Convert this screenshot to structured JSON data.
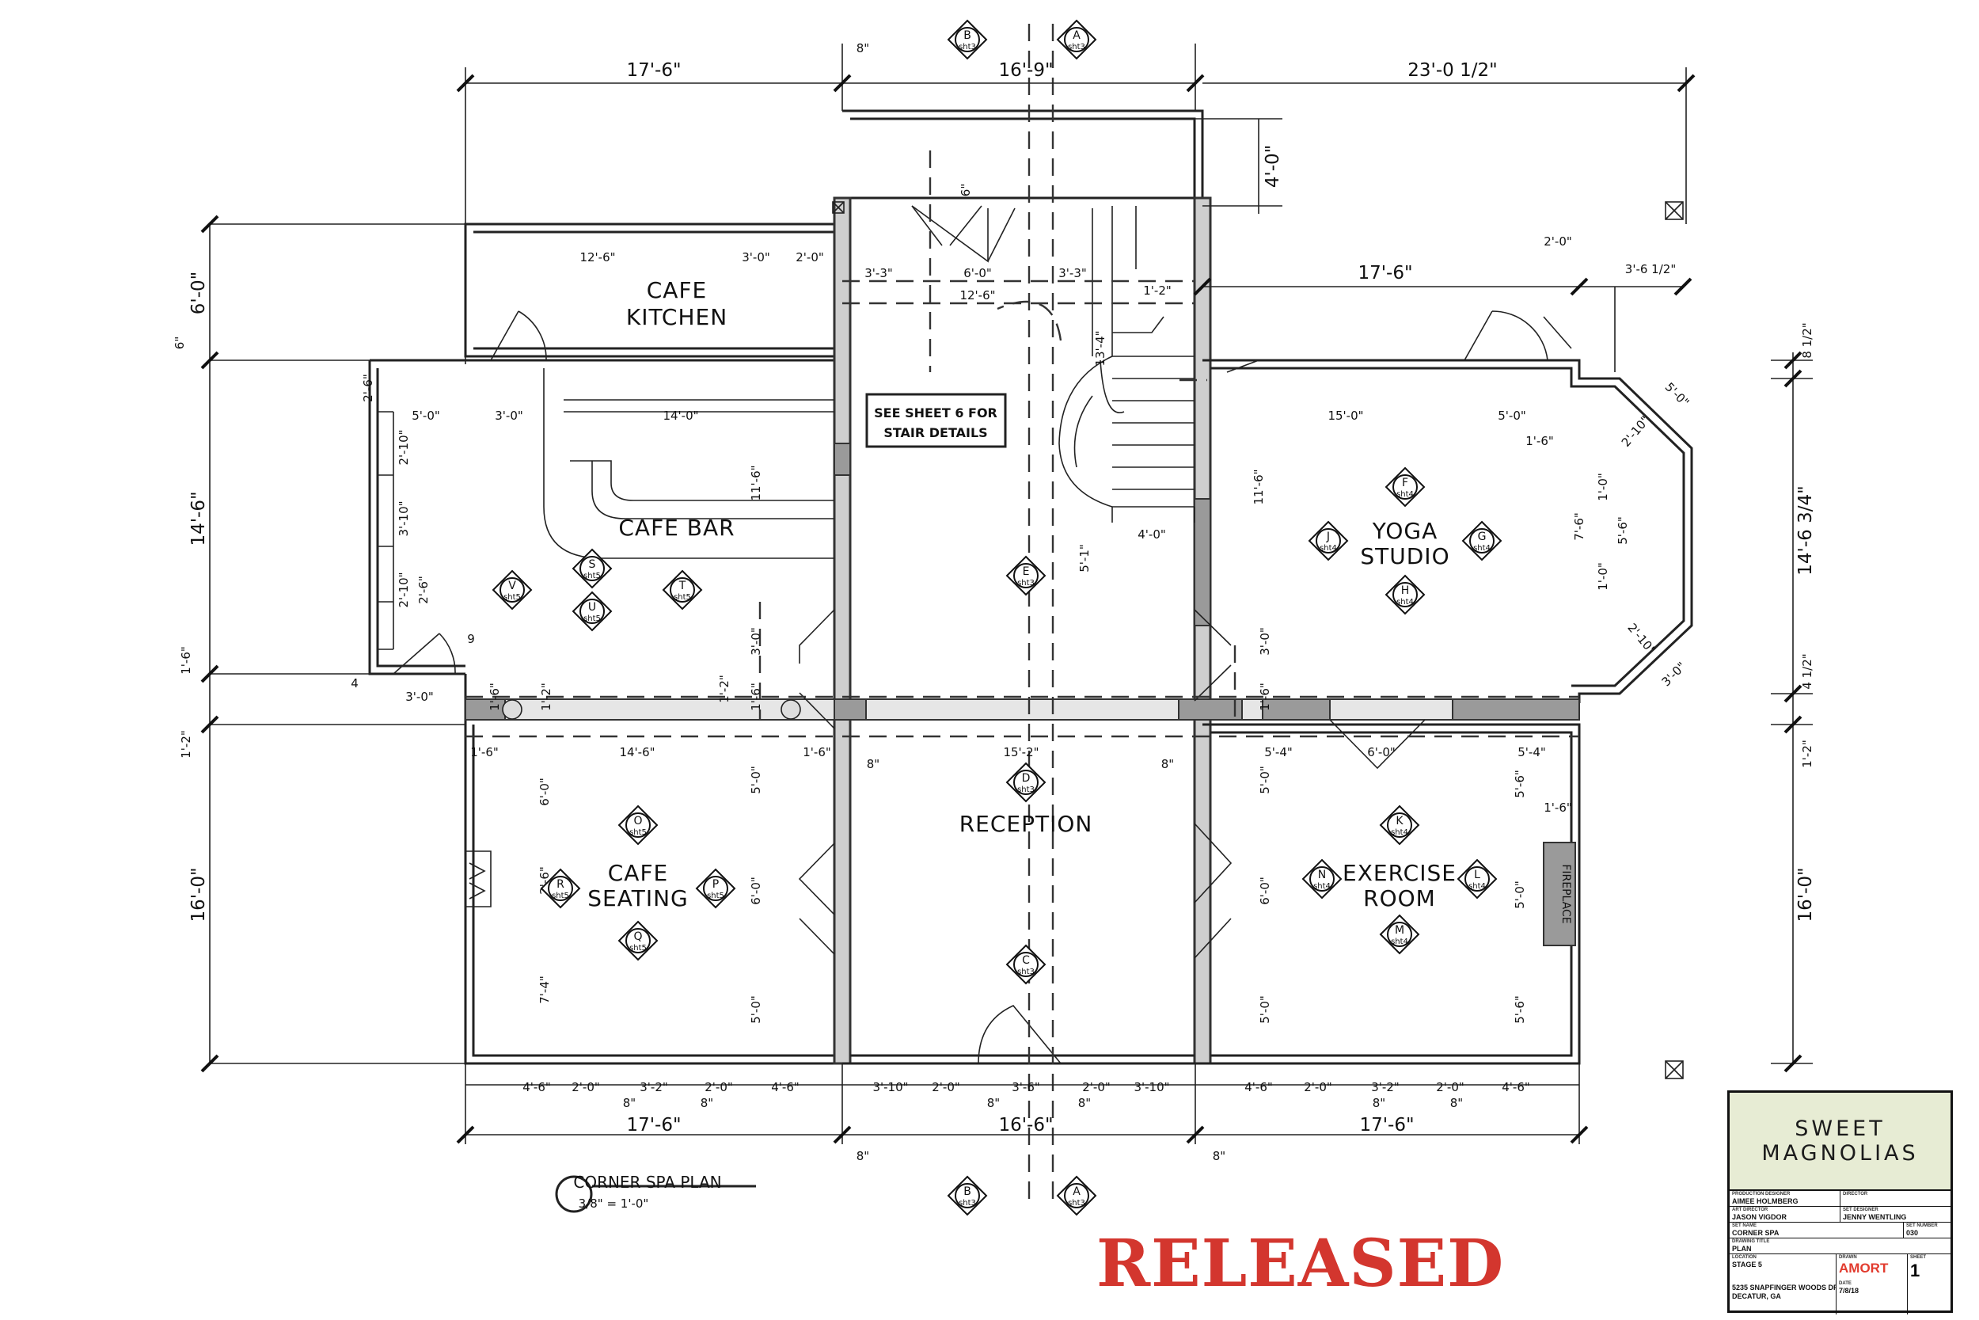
{
  "rooms": {
    "cafe_kitchen_1": "CAFE",
    "cafe_kitchen_2": "KITCHEN",
    "cafe_bar": "CAFE BAR",
    "yoga_1": "YOGA",
    "yoga_2": "STUDIO",
    "reception": "RECEPTION",
    "cafe_seating_1": "CAFE",
    "cafe_seating_2": "SEATING",
    "exercise_1": "EXERCISE",
    "exercise_2": "ROOM",
    "fireplace": "FIREPLACE"
  },
  "notes": {
    "stair_1": "SEE SHEET 6 FOR",
    "stair_2": "STAIR DETAILS",
    "plan_title": "CORNER SPA PLAN",
    "plan_scale": "3/8\" = 1'-0\""
  },
  "dims": {
    "top_left": "17'-6\"",
    "top_mid": "16'-9\"",
    "top_right": "23'-0 1/2\"",
    "top_gap": "8\"",
    "bump": "4'-0\"",
    "left_6": "6'-0\"",
    "left_6in": "6\"",
    "left_14_6": "14'-6\"",
    "left_1_6": "1'-6\"",
    "left_1_2": "1'-2\"",
    "left_16": "16'-0\"",
    "right_8_5": "8 1/2\"",
    "right_14_6": "14'-6 3/4\"",
    "right_4_5": "4 1/2\"",
    "right_1_2": "1'-2\"",
    "right_16": "16'-0\"",
    "yoga_width": "17'-6\"",
    "yoga_2": "2'-0\"",
    "yoga_3_6": "3'-6 1/2\"",
    "bottom_left": "17'-6\"",
    "bottom_mid": "16'-6\"",
    "bottom_right": "17'-6\"",
    "bottom_gap_l": "8\"",
    "bottom_gap_r": "8\""
  },
  "small_dims": {
    "k_12_6": "12'-6\"",
    "k_3_0": "3'-0\"",
    "k_2_0": "2'-0\"",
    "s_3_3a": "3'-3\"",
    "s_6_0": "6'-0\"",
    "s_3_3b": "3'-3\"",
    "s_12_6": "12'-6\"",
    "s_1_2": "1'-2\"",
    "s_13_4": "13'-4\"",
    "s_6": "6\"",
    "b_5_0": "5'-0\"",
    "b_3_0": "3'-0\"",
    "b_14_0": "14'-0\"",
    "b_11_6": "11'-6\"",
    "bl_2_6": "2'-6\"",
    "bl_2_10a": "2'-10\"",
    "bl_3_10": "3'-10\"",
    "bl_2_10b": "2'-10\"",
    "bl_2_6b": "2'-6\"",
    "st_4_0": "4'-0\"",
    "st_5_1": "5'-1\"",
    "y_15_0": "15'-0\"",
    "y_5_0": "5'-0\"",
    "y_1_6": "1'-6\"",
    "y_11_6": "11'-6\"",
    "y_7_6": "7'-6\"",
    "y_5_6": "5'-6\"",
    "y_1_0a": "1'-0\"",
    "y_1_0b": "1'-0\"",
    "y_2_10a": "2'-10\"",
    "y_2_10b": "2'-10\"",
    "y_5_0b": "5'-0\"",
    "y_3_0b": "3'-0\"",
    "m_3_0a": "3'-0\"",
    "m_3_0b": "3'-0\"",
    "m_1_2": "1'-2\"",
    "m_1_6a": "1'-6\"",
    "m_1_6b": "1'-6\"",
    "cs_14_6": "14'-6\"",
    "cs_1_6a": "1'-6\"",
    "cs_1_6b": "1'-6\"",
    "cs_6_0": "6'-0\"",
    "cs_2_6": "2'-6\"",
    "cs_7_4": "7'-4\"",
    "cs_5_0a": "5'-0\"",
    "cs_6_0b": "6'-0\"",
    "cs_5_0b": "5'-0\"",
    "r_15_2": "15'-2\"",
    "r_8a": "8\"",
    "r_8b": "8\"",
    "e_5_4a": "5'-4\"",
    "e_6_0": "6'-0\"",
    "e_5_4b": "5'-4\"",
    "e_5_0a": "5'-0\"",
    "e_6_0b": "6'-0\"",
    "e_5_0b": "5'-0\"",
    "e_5_6a": "5'-6\"",
    "e_5_0c": "5'-0\"",
    "e_5_6b": "5'-6\"",
    "e_1_6": "1'-6\"",
    "bot": [
      "4'-6\"",
      "2'-0\"",
      "3'-2\"",
      "2'-0\"",
      "4'-6\"",
      "3'-10\"",
      "2'-0\"",
      "3'-6\"",
      "2'-0\"",
      "3'-10\"",
      "4'-6\"",
      "2'-0\"",
      "3'-2\"",
      "2'-0\"",
      "4'-6\""
    ],
    "bot8": [
      "8\"",
      "8\"",
      "8\"",
      "8\"",
      "8\"",
      "8\""
    ],
    "l_4": "4",
    "l_3_0": "3'-0\"",
    "l_1_6": "1'-6\"",
    "l_1_2": "1'-2\"",
    "l_9": "9"
  },
  "elevation_markers": [
    {
      "letter": "B",
      "sheet": "sht3"
    },
    {
      "letter": "A",
      "sheet": "sht3"
    },
    {
      "letter": "B",
      "sheet": "sht3"
    },
    {
      "letter": "A",
      "sheet": "sht3"
    },
    {
      "letter": "S",
      "sheet": "sht5"
    },
    {
      "letter": "V",
      "sheet": "sht5"
    },
    {
      "letter": "T",
      "sheet": "sht5"
    },
    {
      "letter": "U",
      "sheet": "sht5"
    },
    {
      "letter": "E",
      "sheet": "sht3"
    },
    {
      "letter": "F",
      "sheet": "sht4"
    },
    {
      "letter": "J",
      "sheet": "sht4"
    },
    {
      "letter": "G",
      "sheet": "sht4"
    },
    {
      "letter": "H",
      "sheet": "sht4"
    },
    {
      "letter": "D",
      "sheet": "sht3"
    },
    {
      "letter": "C",
      "sheet": "sht3"
    },
    {
      "letter": "O",
      "sheet": "sht5"
    },
    {
      "letter": "R",
      "sheet": "sht5"
    },
    {
      "letter": "P",
      "sheet": "sht5"
    },
    {
      "letter": "Q",
      "sheet": "sht5"
    },
    {
      "letter": "K",
      "sheet": "sht4"
    },
    {
      "letter": "N",
      "sheet": "sht4"
    },
    {
      "letter": "L",
      "sheet": "sht4"
    },
    {
      "letter": "M",
      "sheet": "sht4"
    }
  ],
  "title_block": {
    "logo_1": "SWEET",
    "logo_2": "MAGNOLIAS",
    "production_designer_label": "PRODUCTION DESIGNER",
    "production_designer": "AIMEE HOLMBERG",
    "director_label": "DIRECTOR",
    "director": "",
    "art_director_label": "ART DIRECTOR",
    "art_director": "JASON VIGDOR",
    "set_designer_label": "SET DESIGNER",
    "set_designer": "JENNY WENTLING",
    "set_name_label": "SET NAME",
    "set_name": "CORNER SPA",
    "set_number_label": "SET NUMBER",
    "set_number": "030",
    "drawing_title_label": "DRAWING TITLE",
    "drawing_title": "PLAN",
    "location_label": "LOCATION",
    "location": "STAGE 5",
    "address_1": "5235 SNAPFINGER WOODS DR",
    "address_2": "DECATUR, GA",
    "drawn_label": "DRAWN",
    "brand": "AMORT",
    "date_label": "DATE",
    "date": "7/8/18",
    "sheet_label": "SHEET",
    "sheet": "1"
  },
  "stamp": "RELEASED"
}
